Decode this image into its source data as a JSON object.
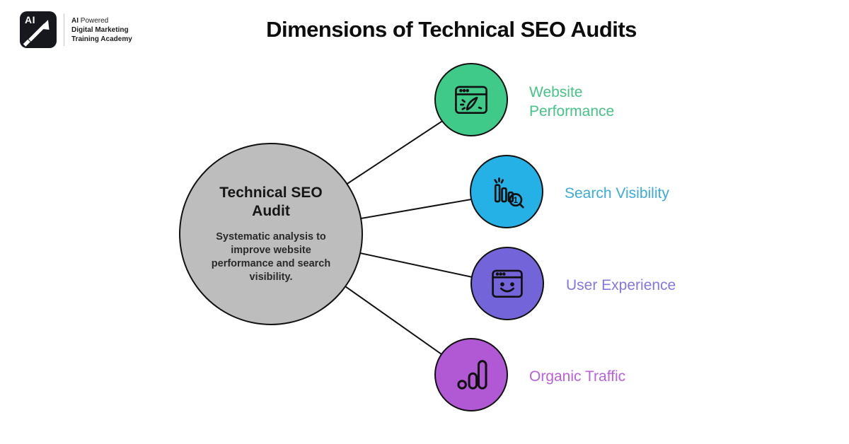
{
  "header": {
    "title": "Dimensions of Technical SEO Audits",
    "logo": {
      "badge_text": "AI",
      "line1_bold": "AI",
      "line1_rest": " Powered",
      "line2": "Digital Marketing",
      "line3": "Training Academy"
    }
  },
  "center": {
    "title_line1": "Technical SEO",
    "title_line2": "Audit",
    "description": "Systematic analysis to improve website performance and search visibility.",
    "fill_color": "#bdbdbd",
    "stroke_color": "#111111"
  },
  "connector_color": "#111111",
  "nodes": [
    {
      "id": "website-performance",
      "label": "Website Performance",
      "icon": "browser-speedometer-icon",
      "circle_color": "#3fca8a",
      "label_color": "#47c385"
    },
    {
      "id": "search-visibility",
      "label": "Search Visibility",
      "icon": "bar-chart-rank-magnifier-icon",
      "circle_color": "#25b1e6",
      "label_color": "#3aabdc"
    },
    {
      "id": "user-experience",
      "label": "User Experience",
      "icon": "browser-smiley-icon",
      "circle_color": "#7464d9",
      "label_color": "#8577e1"
    },
    {
      "id": "organic-traffic",
      "label": "Organic Traffic",
      "icon": "analytics-bars-icon",
      "circle_color": "#b158d4",
      "label_color": "#bb60de"
    }
  ]
}
